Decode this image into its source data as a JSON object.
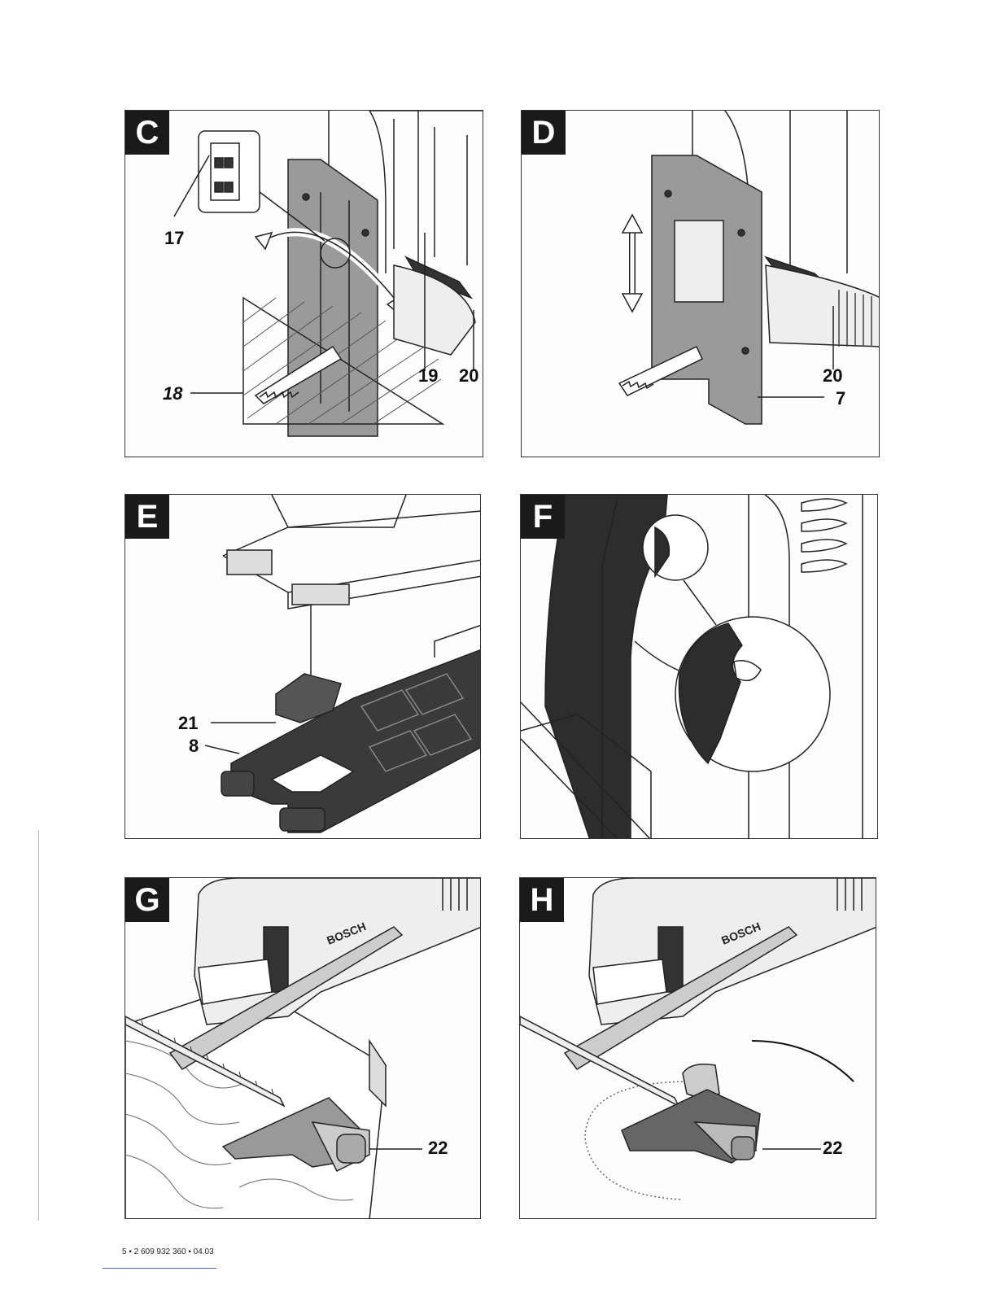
{
  "panels": {
    "c": {
      "letter": "C",
      "labels": {
        "l17": "17",
        "l18": "18",
        "l19": "19",
        "l20": "20"
      }
    },
    "d": {
      "letter": "D",
      "labels": {
        "l20": "20",
        "l7": "7"
      }
    },
    "e": {
      "letter": "E",
      "labels": {
        "l21": "21",
        "l8": "8"
      }
    },
    "f": {
      "letter": "F"
    },
    "g": {
      "letter": "G",
      "labels": {
        "l22": "22",
        "brand": "BOSCH"
      }
    },
    "h": {
      "letter": "H",
      "labels": {
        "l22": "22",
        "brand": "BOSCH"
      }
    }
  },
  "footer": {
    "code": "5 • 2 609 932 360 • 04.03"
  }
}
